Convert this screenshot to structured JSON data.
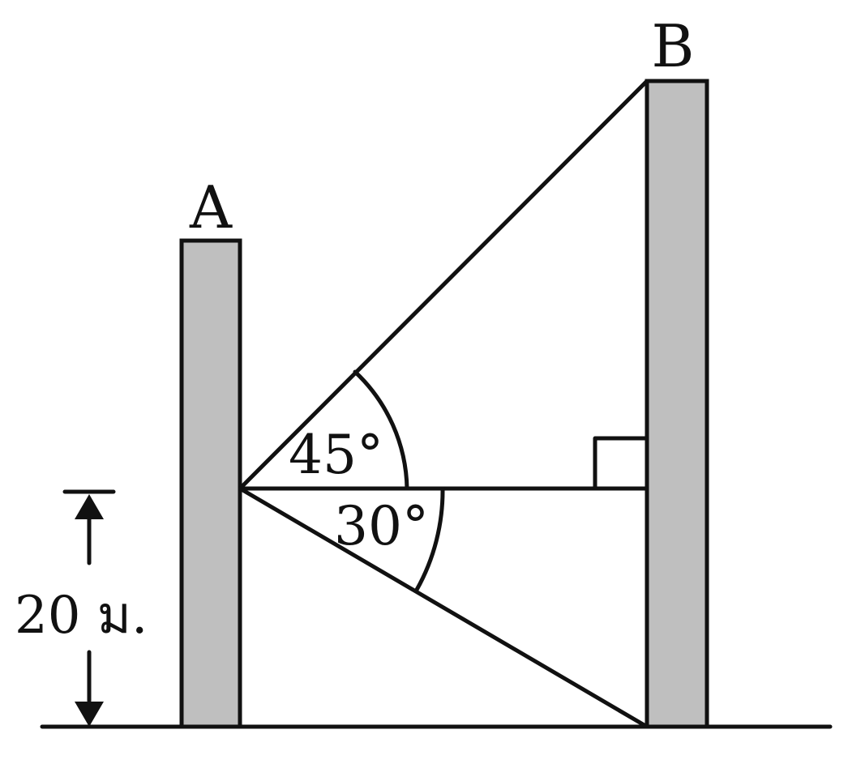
{
  "buildings": {
    "left_label": "A",
    "right_label": "B"
  },
  "angles": {
    "elevation_label": "45°",
    "depression_label": "30°"
  },
  "height": {
    "label": "20 ม."
  },
  "colors": {
    "building_fill": "#bfbfbf",
    "stroke": "#111111"
  },
  "marks": {
    "right_angle": "right-angle-marker"
  }
}
